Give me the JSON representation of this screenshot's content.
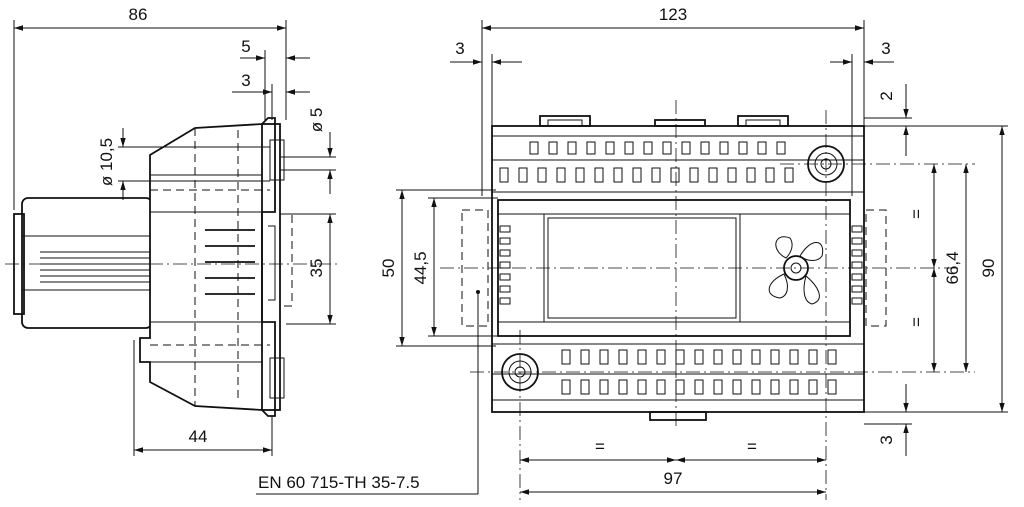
{
  "drawing": {
    "side_view": {
      "overall_width": "86",
      "dim_5": "5",
      "dim_3": "3",
      "dia_10_5": "ø 10,5",
      "dia_5": "ø 5",
      "rail_35": "35",
      "depth_44": "44"
    },
    "front_view": {
      "overall_width": "123",
      "left_offset": "3",
      "right_offset": "3",
      "top_offset": "2",
      "bottom_offset": "3",
      "height_50": "50",
      "height_44_5": "44,5",
      "height_66_4": "66,4",
      "height_90": "90",
      "equal_top": "=",
      "equal_bottom": "=",
      "equal_left": "=",
      "equal_right": "=",
      "hole_spacing_97": "97"
    },
    "standard_label": "EN 60 715-TH 35-7.5"
  }
}
